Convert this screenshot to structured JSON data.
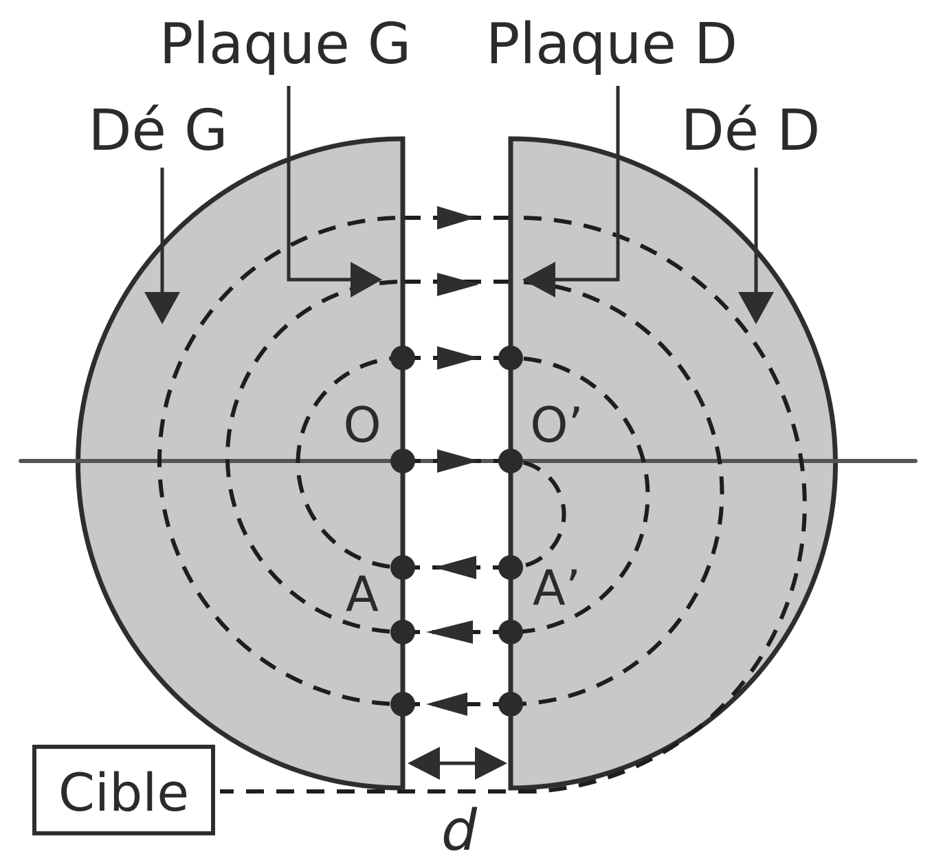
{
  "labels": {
    "plaque_g": "Plaque G",
    "plaque_d": "Plaque D",
    "de_g": "Dé G",
    "de_d": "Dé D",
    "point_o": "O",
    "point_o_prime": "O’",
    "point_a": "A",
    "point_a_prime": "A’",
    "cible": "Cible",
    "distance": "d"
  },
  "colors": {
    "dee_fill": "#c7c8c7",
    "stroke": "#2e2e2e",
    "axis": "#555555"
  }
}
